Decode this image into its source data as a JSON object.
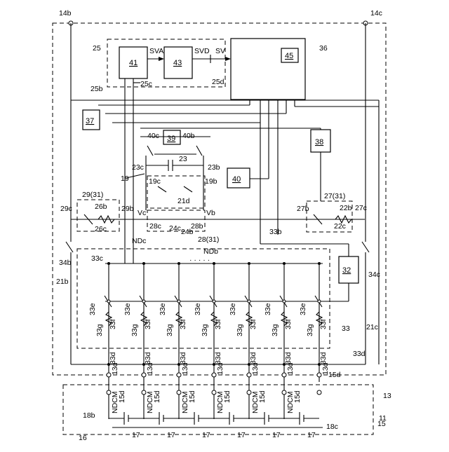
{
  "labels": {
    "n14b": "14b",
    "n14c": "14c",
    "n25": "25",
    "n36": "36",
    "svc_a": "SVA",
    "svc_d": "SVD",
    "sv": "SV",
    "n41": "41",
    "n43": "43",
    "n45": "45",
    "n25b": "25b",
    "n25c": "25c",
    "n25d": "25d",
    "n37": "37",
    "n38": "38",
    "n39": "39",
    "n40": "40",
    "n40c": "40c",
    "n40b": "40b",
    "n23c": "23c",
    "n23": "23",
    "n23b": "23b",
    "n19": "19",
    "n19c": "19c",
    "n19b": "19b",
    "n21d": "21d",
    "n29c": "29c",
    "n29_31": "29(31)",
    "n29b": "29b",
    "n26b": "26b",
    "n26c": "26c",
    "n27_31": "27(31)",
    "n27b": "27b",
    "n27c": "27c",
    "n22b": "22b",
    "n22c": "22c",
    "vc": "Vc",
    "vb": "Vb",
    "n28c": "28c",
    "n24c": "24c",
    "n24b": "24b",
    "n28b": "28b",
    "ndc": "NDc",
    "ndb": "NDb",
    "n28_31": "28(31)",
    "n33b": "33b",
    "n33c": "33c",
    "n32": "32",
    "n34b": "34b",
    "n34c": "34c",
    "n21b": "21b",
    "n21c": "21c",
    "n33e": "33e",
    "n33f": "33f",
    "n33g": "33g",
    "n33": "33",
    "n33d": "33d",
    "n13d": "13d",
    "n15d": "15d",
    "ndcm": "NDCM",
    "n17": "17",
    "n18b": "18b",
    "n18c": "18c",
    "n16": "16",
    "n15": "15",
    "n13": "13",
    "n11": "11",
    "ellipsis": "· · · · ·"
  },
  "colors": {
    "line": "#000000",
    "background": "#ffffff"
  }
}
